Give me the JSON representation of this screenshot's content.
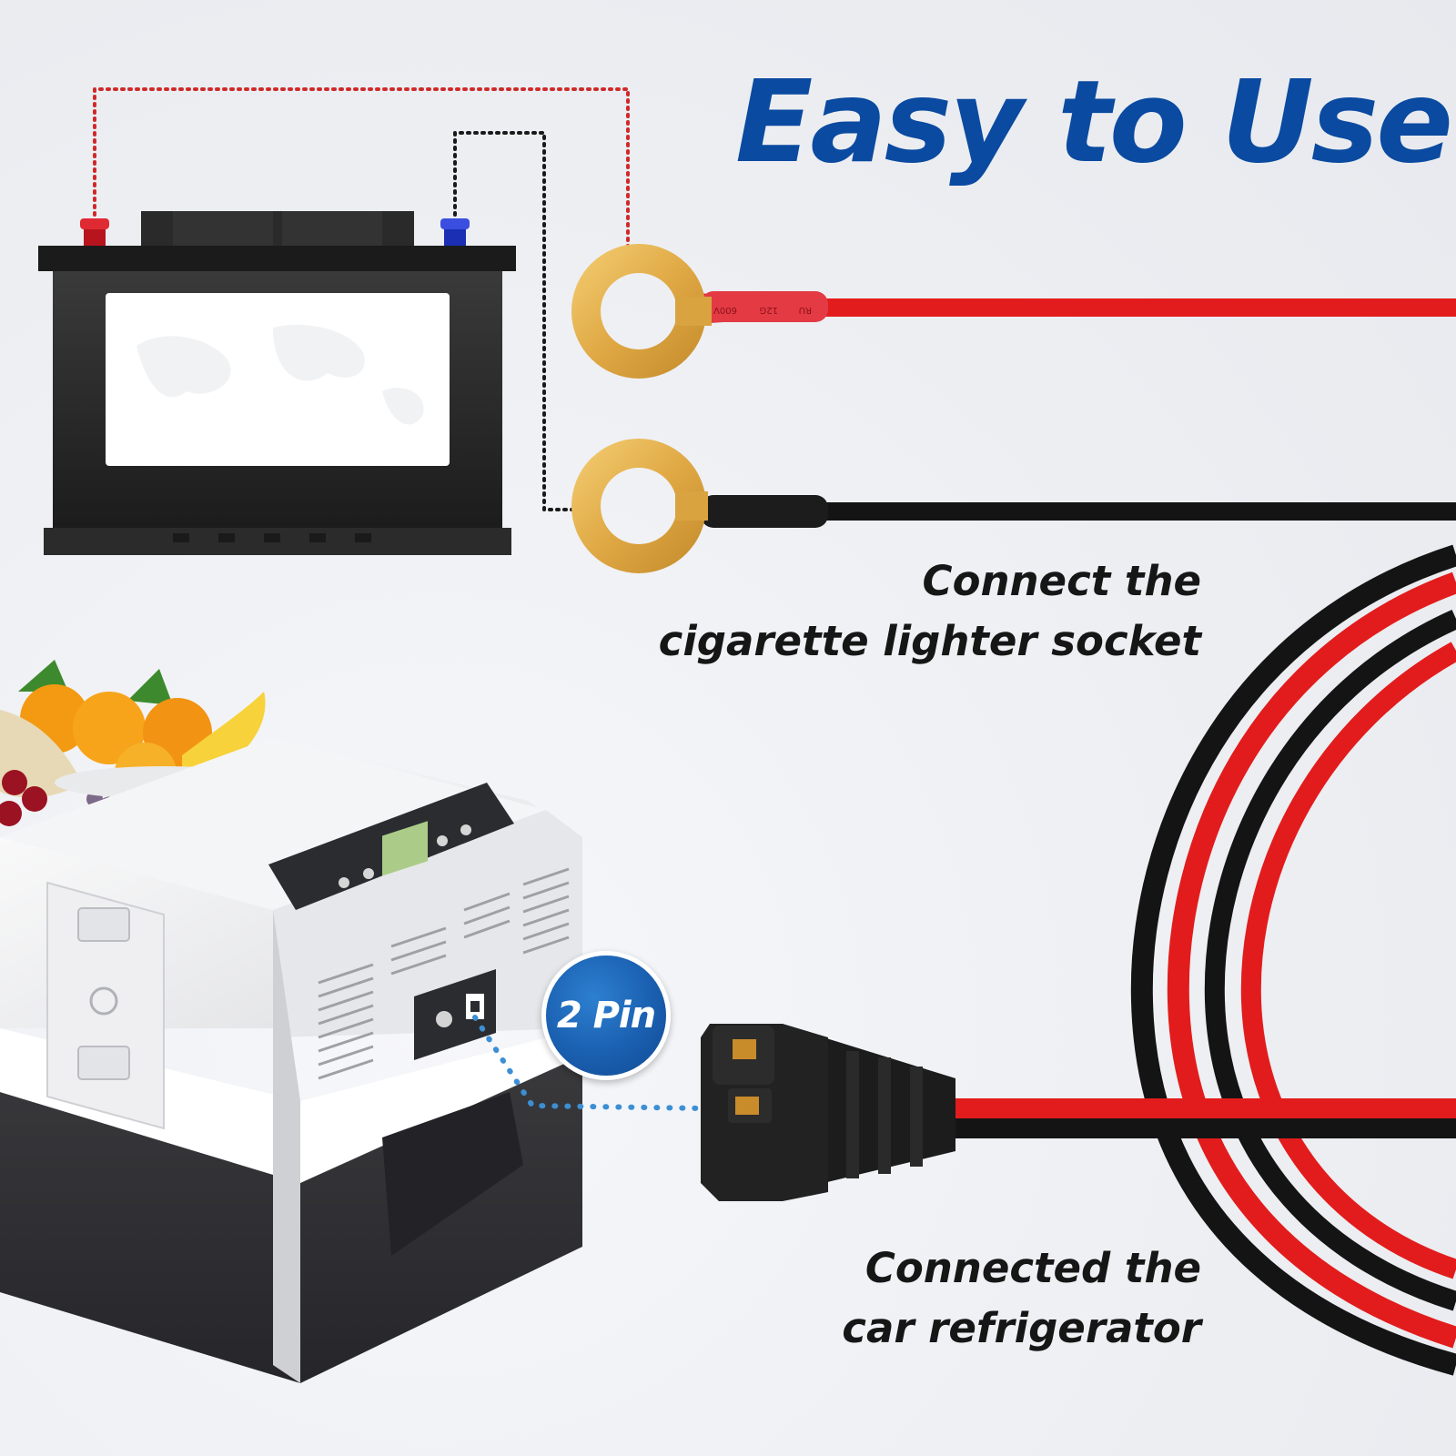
{
  "headline": "Easy to Use",
  "badge": {
    "label": "2 Pin"
  },
  "captions": {
    "battery_step": [
      "Connect the",
      "cigarette lighter socket"
    ],
    "fridge_step": [
      "Connected the",
      "car refrigerator"
    ]
  },
  "terminal_print": {
    "line1": "600V",
    "line2": "12G",
    "line3": "RU"
  },
  "colors": {
    "headline_blue": "#0a4aa0",
    "badge_blue": "#1a5fb0",
    "wire_red": "#e21c1c",
    "wire_black": "#141414",
    "ring_gold": "#e2b04a",
    "dotted_red": "#cf2a2a",
    "dotted_link_blue": "#3c8fd4"
  }
}
